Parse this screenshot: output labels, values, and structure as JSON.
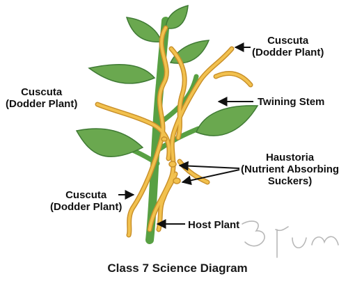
{
  "labels": {
    "cuscuta_top_right": [
      "Cuscuta",
      "(Dodder Plant)"
    ],
    "cuscuta_left": [
      "Cuscuta",
      "(Dodder Plant)"
    ],
    "cuscuta_bottom_left": [
      "Cuscuta",
      "(Dodder Plant)"
    ],
    "twining_stem": "Twining Stem",
    "haustoria": [
      "Haustoria",
      "(Nutrient Absorbing",
      "Suckers)"
    ],
    "host_plant": "Host Plant"
  },
  "caption": "Class 7 Science Diagram",
  "handwriting": "3 Ium",
  "colors": {
    "leaf": "#6aa84f",
    "leaf_dark": "#3f7a34",
    "stem": "#58a043",
    "dodder": "#f2c14e",
    "dodder_outline": "#c9902a",
    "arrow": "#111111",
    "handwriting": "#b8b8b8"
  }
}
